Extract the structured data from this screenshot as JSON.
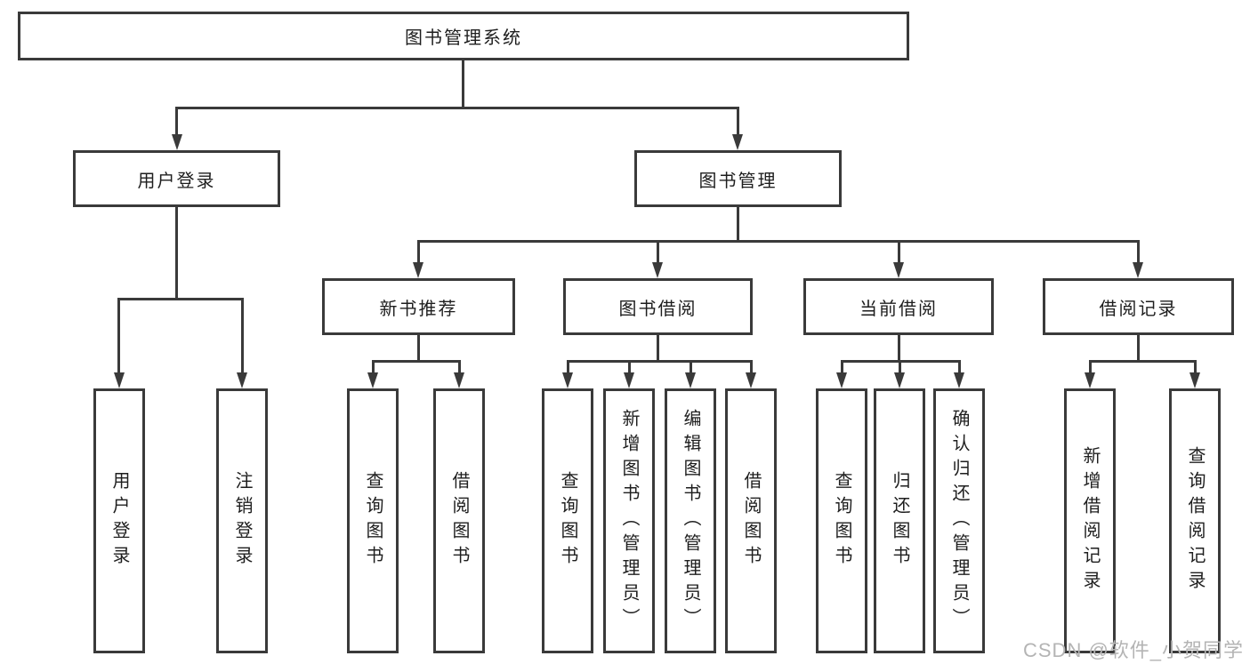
{
  "colors": {
    "line": "#3a3a3a",
    "text": "#1e1e1e",
    "watermark": "#b4b4b4",
    "background": "#ffffff"
  },
  "nodes": {
    "root": {
      "label": "图书管理系统"
    },
    "user_login": {
      "label": "用户登录"
    },
    "book_mgmt": {
      "label": "图书管理"
    },
    "new_book_rec": {
      "label": "新书推荐"
    },
    "book_borrow": {
      "label": "图书借阅"
    },
    "current_borrow": {
      "label": "当前借阅"
    },
    "borrow_records": {
      "label": "借阅记录"
    }
  },
  "leaves": {
    "login": {
      "label": "用户登录"
    },
    "logout": {
      "label": "注销登录"
    },
    "rec_query": {
      "label": "查询图书"
    },
    "rec_borrow": {
      "label": "借阅图书"
    },
    "bb_query": {
      "label": "查询图书"
    },
    "bb_add": {
      "label": "新增图书（管理员）"
    },
    "bb_edit": {
      "label": "编辑图书（管理员）"
    },
    "bb_borrow": {
      "label": "借阅图书"
    },
    "cb_query": {
      "label": "查询图书"
    },
    "cb_return": {
      "label": "归还图书"
    },
    "cb_confirm": {
      "label": "确认归还（管理员）"
    },
    "br_add": {
      "label": "新增借阅记录"
    },
    "br_query": {
      "label": "查询借阅记录"
    }
  },
  "watermark": {
    "text": "CSDN @软件_小贺同学"
  }
}
